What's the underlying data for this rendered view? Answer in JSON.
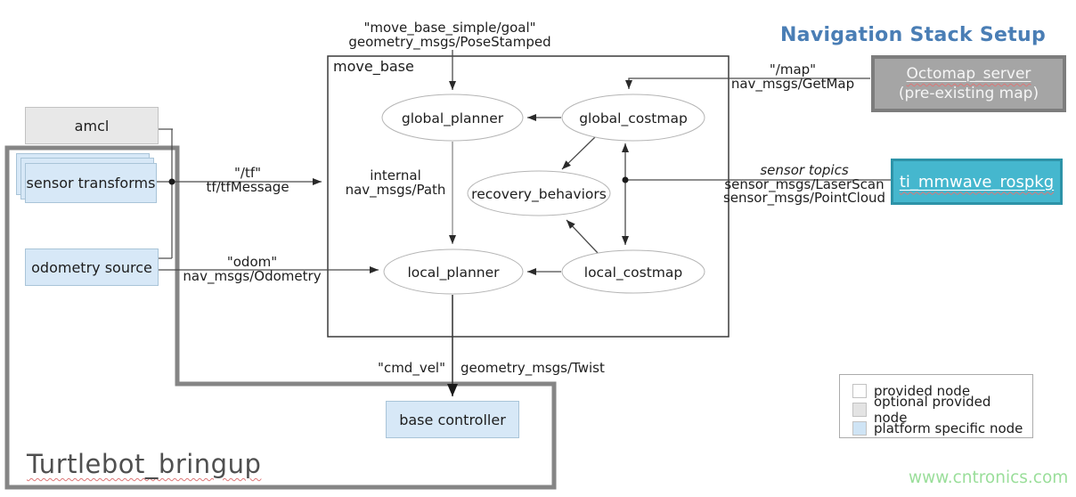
{
  "title": "Navigation Stack Setup",
  "watermark": "www.cntronics.com",
  "colors": {
    "title_blue": "#4a7eb5",
    "platform_node_blue": "#d7e8f7",
    "optional_node_gray": "#e8e8e8",
    "octomap_gray": "#a5a5a5",
    "mmwave_teal": "#45b7ce",
    "watermark_green": "#9ade9a"
  },
  "containers": {
    "move_base": {
      "label": "move_base"
    },
    "turtlebot": {
      "label": "Turtlebot_bringup"
    }
  },
  "nodes": {
    "amcl": {
      "label": "amcl"
    },
    "sensor_transforms": {
      "label": "sensor transforms"
    },
    "odometry_source": {
      "label": "odometry source"
    },
    "base_controller": {
      "label": "base controller"
    },
    "octomap_server": {
      "line1": "Octomap_server",
      "line2": "(pre-existing map)"
    },
    "ti_mmwave_rospkg": {
      "label": "ti_mmwave_rospkg"
    },
    "global_planner": {
      "label": "global_planner"
    },
    "global_costmap": {
      "label": "global_costmap"
    },
    "recovery_behaviors": {
      "label": "recovery_behaviors"
    },
    "local_planner": {
      "label": "local_planner"
    },
    "local_costmap": {
      "label": "local_costmap"
    }
  },
  "topics": {
    "goal": {
      "line1": "\"move_base_simple/goal\"",
      "line2": "geometry_msgs/PoseStamped"
    },
    "tf": {
      "line1": "\"/tf\"",
      "line2": "tf/tfMessage"
    },
    "odom": {
      "line1": "\"odom\"",
      "line2": "nav_msgs/Odometry"
    },
    "map": {
      "line1": "\"/map\"",
      "line2": "nav_msgs/GetMap"
    },
    "internal": {
      "line1": "internal",
      "line2": "nav_msgs/Path"
    },
    "sensor": {
      "line1": "sensor topics",
      "line2": "sensor_msgs/LaserScan",
      "line3": "sensor_msgs/PointCloud"
    },
    "cmd_vel": {
      "line1": "\"cmd_vel\"",
      "line2": "geometry_msgs/Twist"
    }
  },
  "legend": {
    "items": [
      {
        "label": "provided node",
        "swatch": "#fefefe"
      },
      {
        "label": "optional provided node",
        "swatch": "#e3e3e3"
      },
      {
        "label": "platform specific node",
        "swatch": "#cfe4f5"
      }
    ]
  }
}
